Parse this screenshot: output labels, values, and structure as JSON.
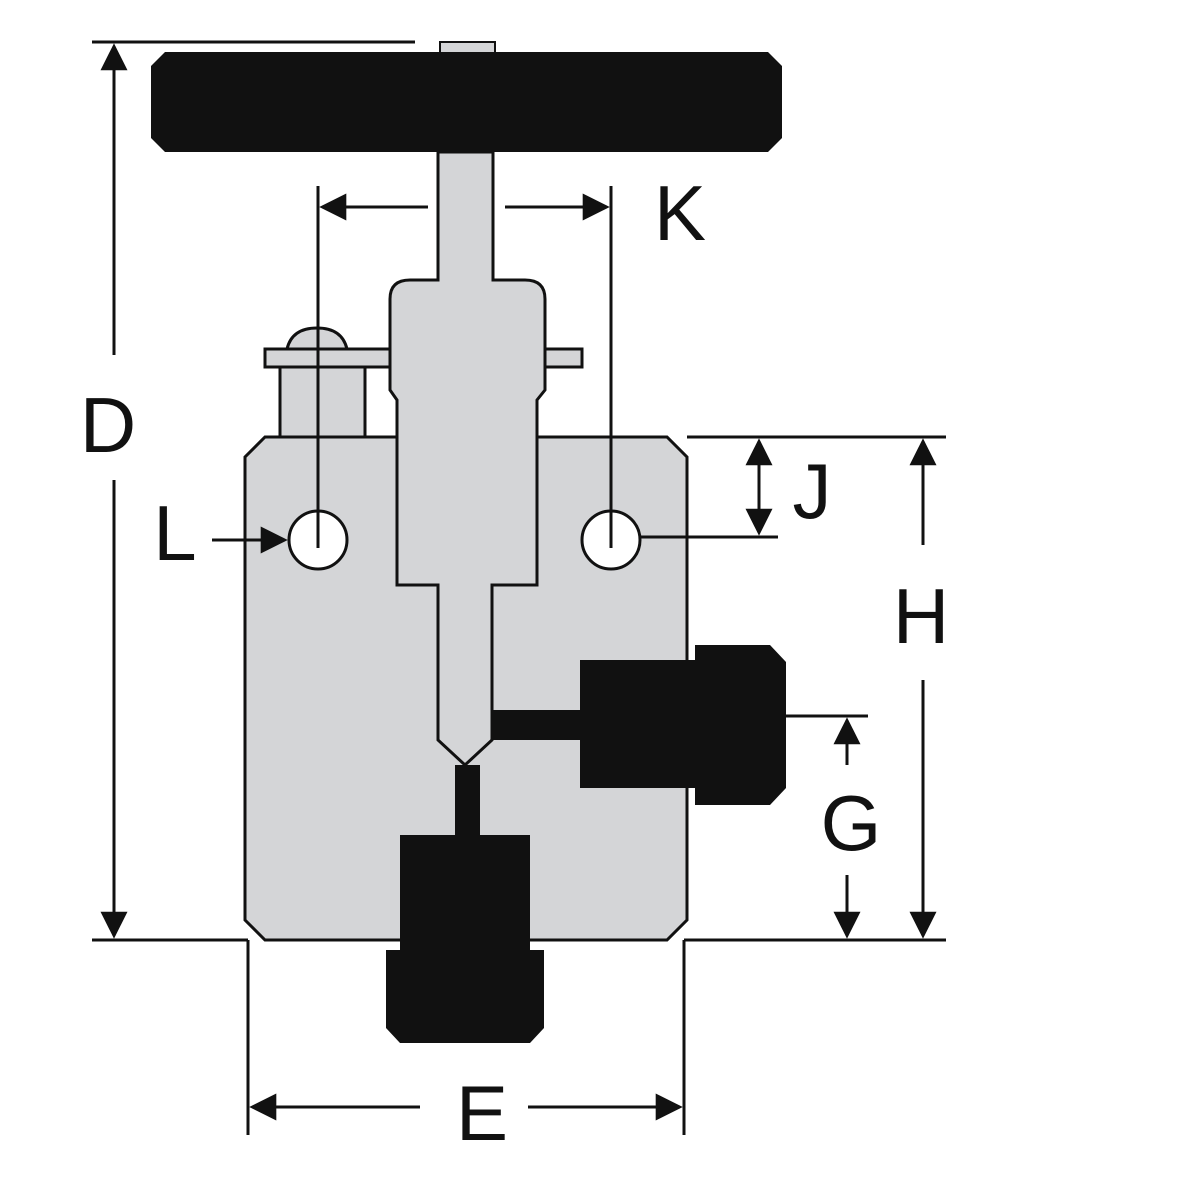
{
  "colors": {
    "body": "#d4d5d7",
    "dark": "#111111",
    "line": "#111111",
    "hole": "#ffffff"
  },
  "labels": {
    "D": "D",
    "E": "E",
    "G": "G",
    "H": "H",
    "J": "J",
    "K": "K",
    "L": "L"
  }
}
